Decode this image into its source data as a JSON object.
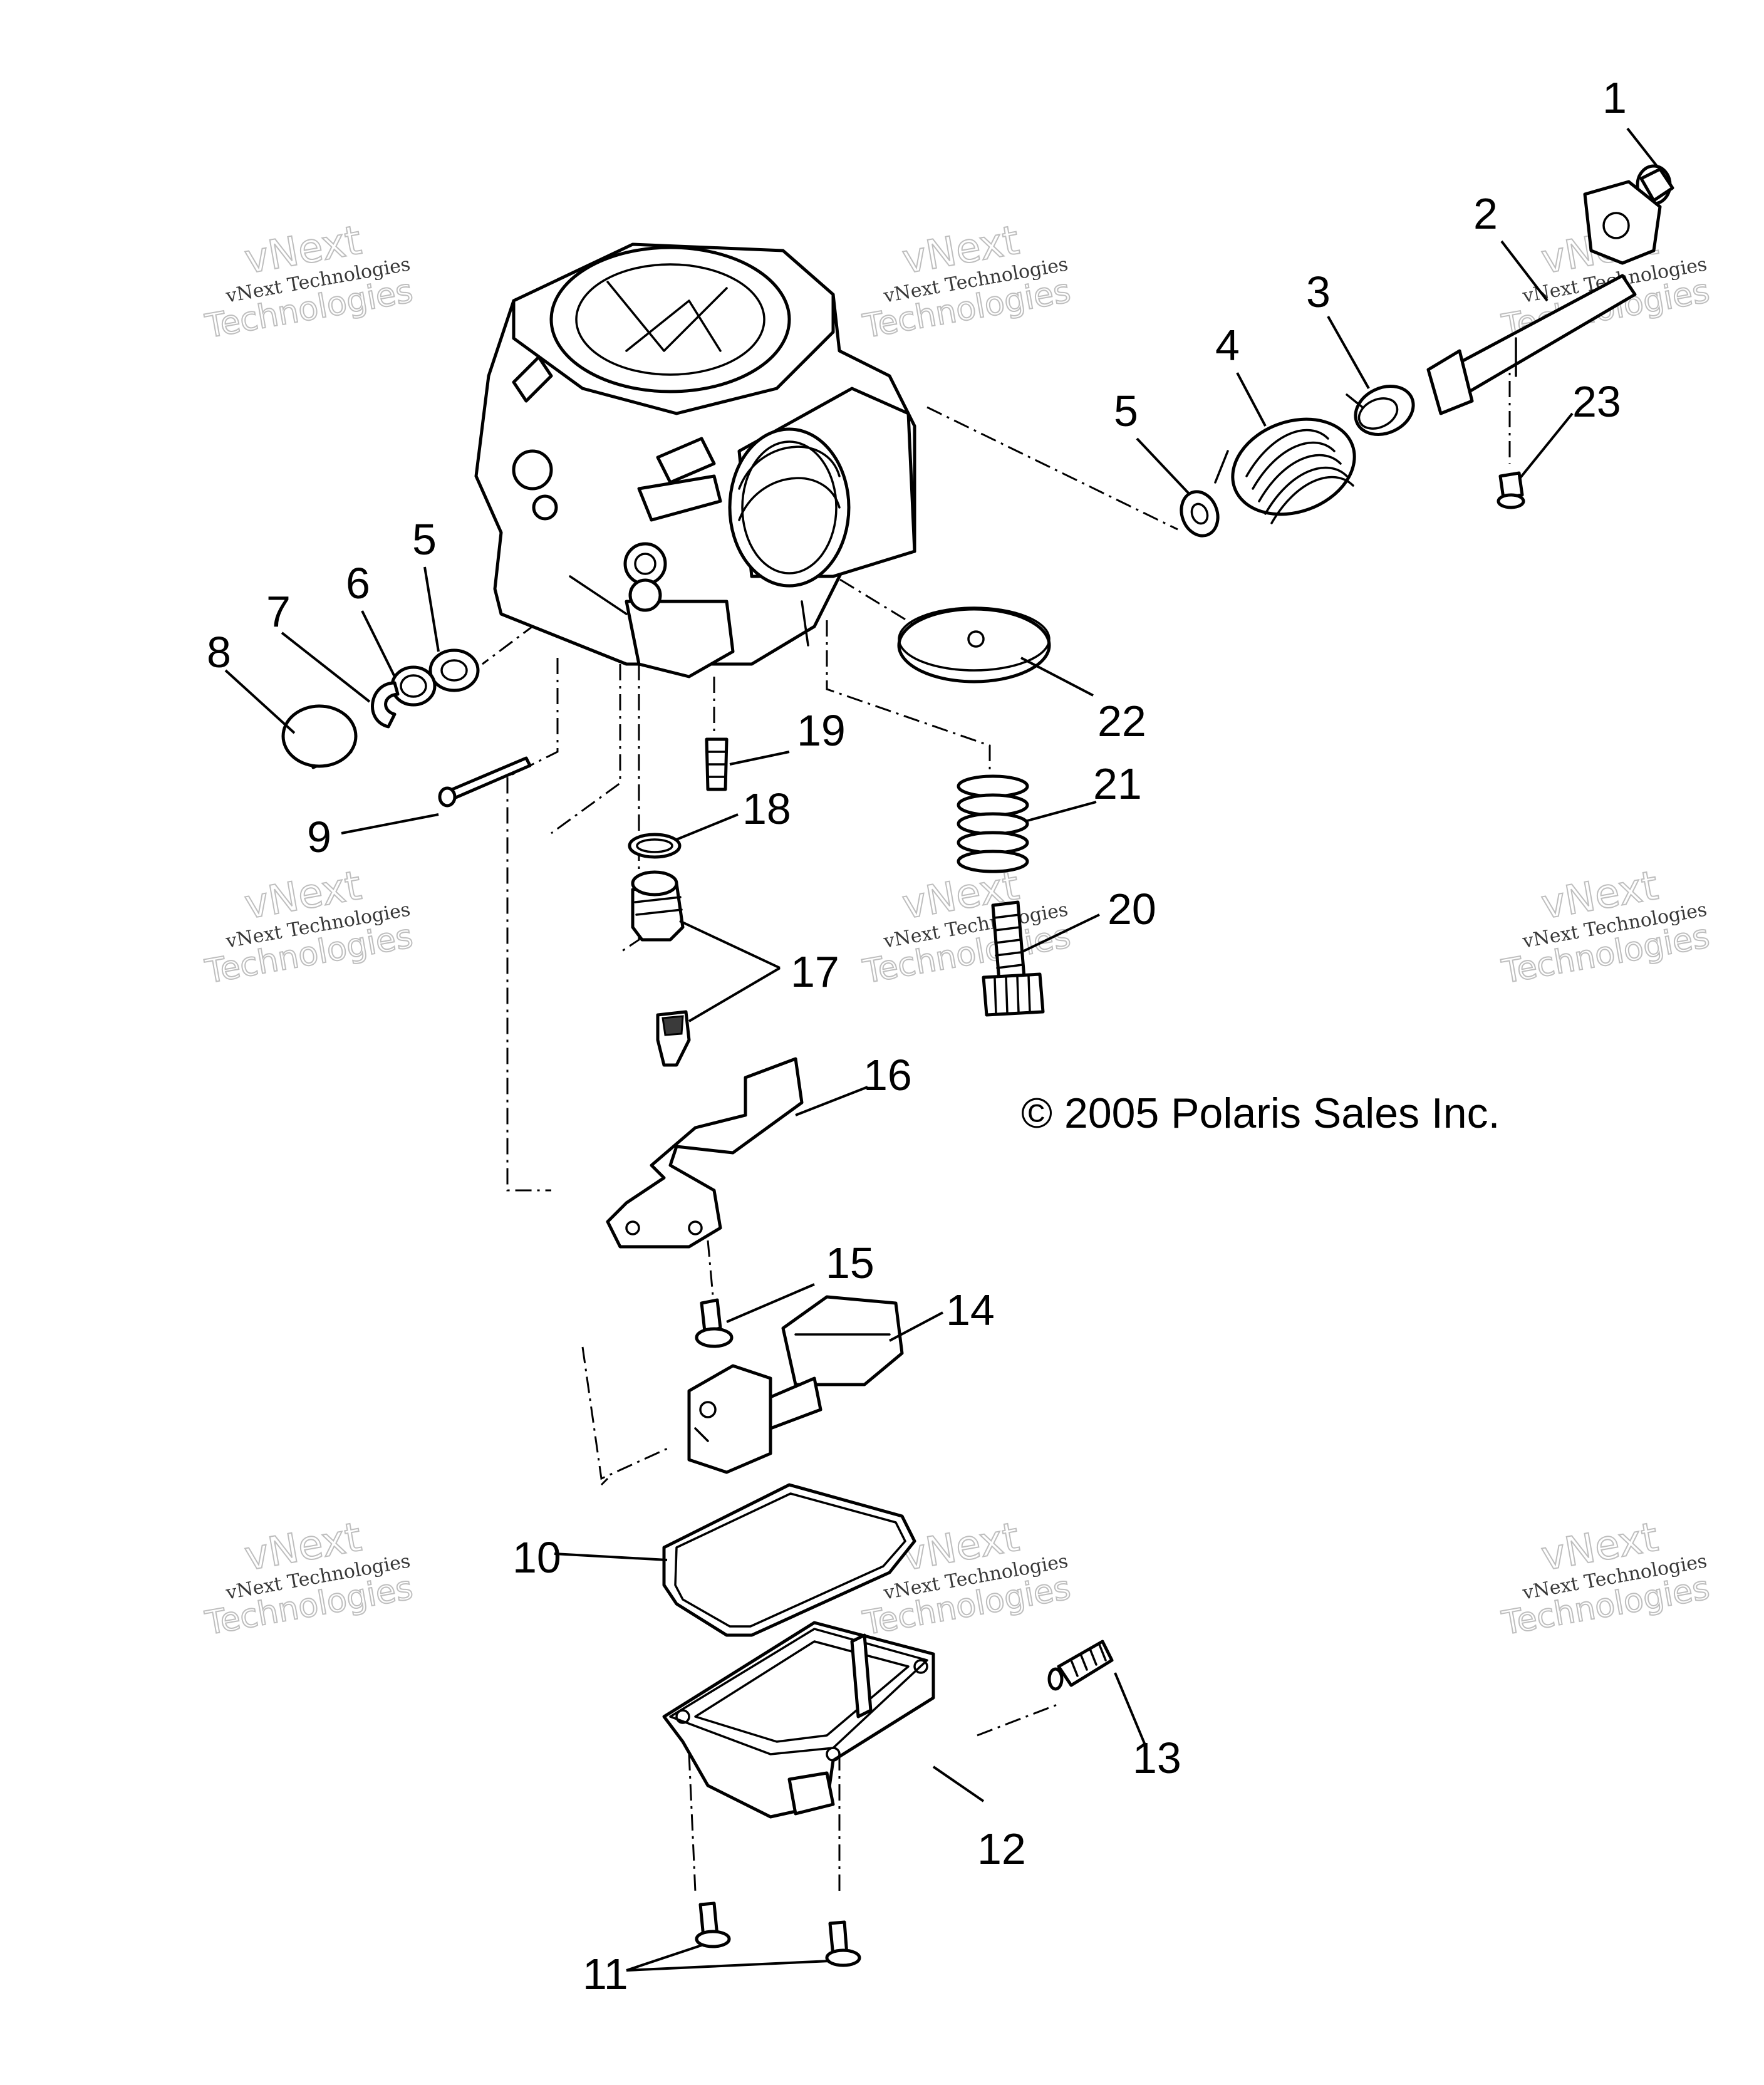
{
  "copyright": "© 2005 Polaris Sales Inc.",
  "watermark": {
    "line1": "vNext Technologies",
    "line2": "vNext",
    "line3": "Technologies"
  },
  "callouts": {
    "c1": "1",
    "c2": "2",
    "c3": "3",
    "c4": "4",
    "c5a": "5",
    "c5b": "5",
    "c6": "6",
    "c7": "7",
    "c8": "8",
    "c9": "9",
    "c10": "10",
    "c11": "11",
    "c12": "12",
    "c13": "13",
    "c14": "14",
    "c15": "15",
    "c16": "16",
    "c17": "17",
    "c18": "18",
    "c19": "19",
    "c20": "20",
    "c21": "21",
    "c22": "22",
    "c23": "23"
  }
}
